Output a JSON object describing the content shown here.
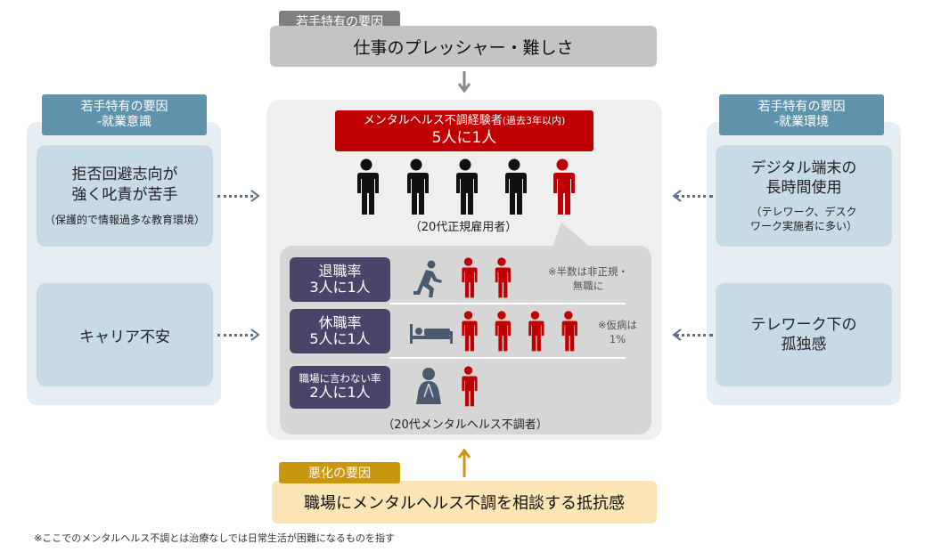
{
  "top": {
    "tag": "若手特有の要因",
    "title": "仕事のプレッシャー・難しさ"
  },
  "left": {
    "tag_line1": "若手特有の要因",
    "tag_line2": "-就業意識",
    "card1_title_line1": "拒否回避志向が",
    "card1_title_line2": "強く叱責が苦手",
    "card1_note": "（保護的で情報過多な教育環境）",
    "card2_title": "キャリア不安"
  },
  "right": {
    "tag_line1": "若手特有の要因",
    "tag_line2": "-就業環境",
    "card1_title_line1": "デジタル端末の",
    "card1_title_line2": "長時間使用",
    "card1_note_line1": "（テレワーク、デスク",
    "card1_note_line2": "ワーク実施者に多い）",
    "card2_title_line1": "テレワーク下の",
    "card2_title_line2": "孤独感"
  },
  "center": {
    "header_line1_main": "メンタルヘルス不調経験者",
    "header_line1_paren": "(過去3年以内)",
    "header_line2": "5人に1人",
    "people_caption": "（20代正規雇用者）",
    "rates": [
      {
        "label_line1": "退職率",
        "label_line2": "3人に1人",
        "note_line1": "※半数は非正規・",
        "note_line2": "無職に"
      },
      {
        "label_line1": "休職率",
        "label_line2": "5人に1人",
        "note_line1": "※仮病は",
        "note_line2": "1%"
      },
      {
        "label_line1": "職場に言わない率",
        "label_line2": "2人に1人"
      }
    ],
    "inner_caption": "（20代メンタルヘルス不調者）"
  },
  "bottom": {
    "tag": "悪化の要因",
    "title": "職場にメンタルヘルス不調を相談する抵抗感"
  },
  "footnote": "※ここでのメンタルヘルス不調とは治療なしでは日常生活が困難になるものを指す",
  "colors": {
    "gray_tag": "#7f7f7f",
    "gray_box": "#c4c4c4",
    "blue_tag": "#5f93ab",
    "card": "#c7dbe6",
    "panel": "#e6eef3",
    "center_panel": "#efefef",
    "inner_panel": "#d6d6d6",
    "red": "#c00000",
    "navy": "#4a4468",
    "gold_tag": "#c9960c",
    "gold_box": "#fbe5b4",
    "person_black": "#111111",
    "icon_gray": "#4a5a6e"
  }
}
